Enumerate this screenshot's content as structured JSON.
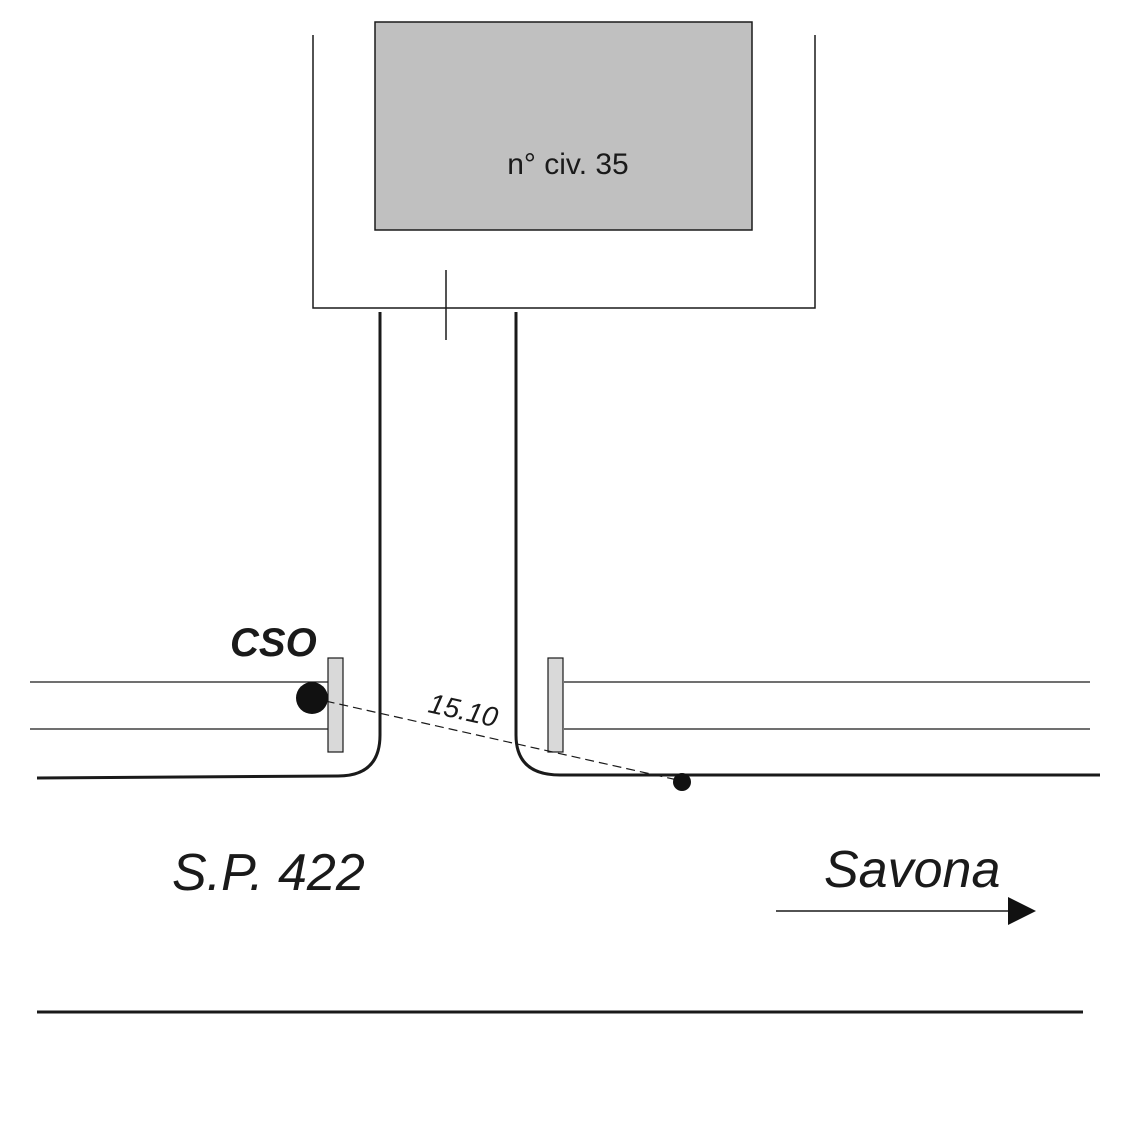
{
  "building": {
    "label": "n° civ. 35",
    "fill": "#c0c0c0"
  },
  "marker": {
    "label": "CSO"
  },
  "measurement": {
    "label": "15.10"
  },
  "road": {
    "label": "S.P. 422"
  },
  "direction": {
    "label": "Savona"
  },
  "colors": {
    "line": "#1a1a1a",
    "post_fill": "#d9d9d9"
  }
}
